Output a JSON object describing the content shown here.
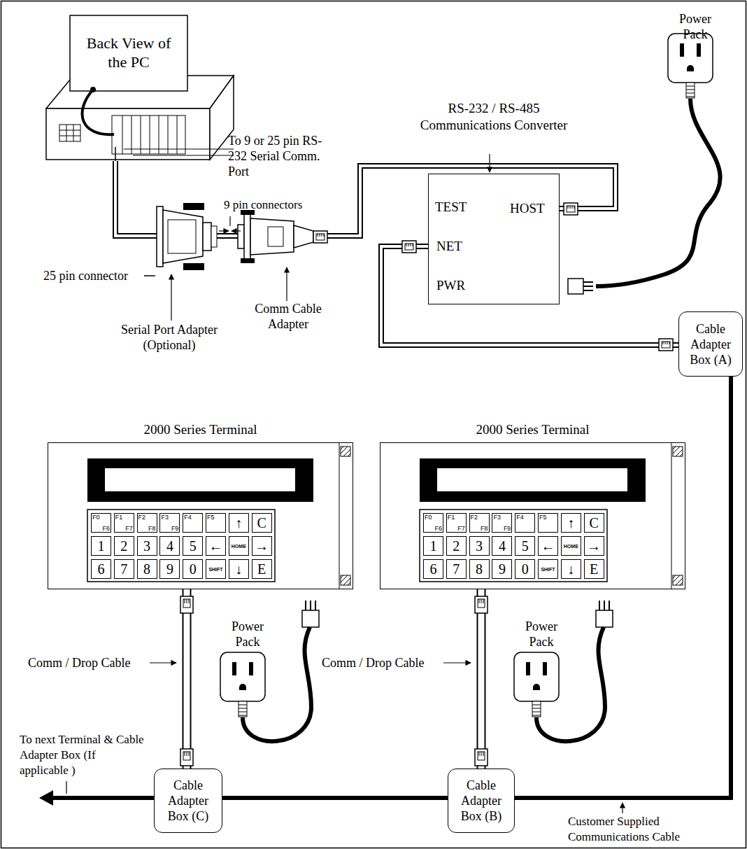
{
  "diagram": {
    "nodes": [
      {
        "text": [
          "Back View of the PC"
        ]
      },
      {
        "text": [
          "RS-232 / RS-485 Communications Converter",
          "TEST",
          "HOST",
          "NET",
          "PWR"
        ]
      },
      {
        "text": [
          "Cable Adapter Box (A)"
        ]
      },
      {
        "text": [
          "2000 Series Terminal"
        ]
      },
      {
        "text": [
          "F0",
          "F6"
        ],
        "in": 3
      },
      {
        "text": [
          "F1",
          "F7"
        ],
        "in": 3
      },
      {
        "text": [
          "F2",
          "F8"
        ],
        "in": 3
      },
      {
        "text": [
          "F3",
          "F9"
        ],
        "in": 3
      },
      {
        "text": [
          "F4"
        ],
        "in": 3
      },
      {
        "text": [
          "F5"
        ],
        "in": 3
      },
      {
        "text": [
          "↑"
        ],
        "in": 3
      },
      {
        "text": [
          "C"
        ],
        "in": 3
      },
      {
        "text": [
          "1"
        ],
        "in": 3
      },
      {
        "text": [
          "2"
        ],
        "in": 3
      },
      {
        "text": [
          "3"
        ],
        "in": 3
      },
      {
        "text": [
          "4"
        ],
        "in": 3
      },
      {
        "text": [
          "5"
        ],
        "in": 3
      },
      {
        "text": [
          "←"
        ],
        "in": 3
      },
      {
        "text": [
          "HOME"
        ],
        "in": 3
      },
      {
        "text": [
          "→"
        ],
        "in": 3
      },
      {
        "text": [
          "6"
        ],
        "in": 3
      },
      {
        "text": [
          "7"
        ],
        "in": 3
      },
      {
        "text": [
          "8"
        ],
        "in": 3
      },
      {
        "text": [
          "9"
        ],
        "in": 3
      },
      {
        "text": [
          "0"
        ],
        "in": 3
      },
      {
        "text": [
          "SHIFT"
        ],
        "in": 3
      },
      {
        "text": [
          "↓"
        ],
        "in": 3
      },
      {
        "text": [
          "E"
        ],
        "in": 3
      },
      {
        "text": [
          "2000 Series Terminal"
        ]
      },
      {
        "text": [
          "F0",
          "F6"
        ],
        "in": 28
      },
      {
        "text": [
          "F1",
          "F7"
        ],
        "in": 28
      },
      {
        "text": [
          "F2",
          "F8"
        ],
        "in": 28
      },
      {
        "text": [
          "F3",
          "F9"
        ],
        "in": 28
      },
      {
        "text": [
          "F4"
        ],
        "in": 28
      },
      {
        "text": [
          "F5"
        ],
        "in": 28
      },
      {
        "text": [
          "↑"
        ],
        "in": 28
      },
      {
        "text": [
          "C"
        ],
        "in": 28
      },
      {
        "text": [
          "1"
        ],
        "in": 28
      },
      {
        "text": [
          "2"
        ],
        "in": 28
      },
      {
        "text": [
          "3"
        ],
        "in": 28
      },
      {
        "text": [
          "4"
        ],
        "in": 28
      },
      {
        "text": [
          "5"
        ],
        "in": 28
      },
      {
        "text": [
          "←"
        ],
        "in": 28
      },
      {
        "text": [
          "HOME"
        ],
        "in": 28
      },
      {
        "text": [
          "→"
        ],
        "in": 28
      },
      {
        "text": [
          "6"
        ],
        "in": 28
      },
      {
        "text": [
          "7"
        ],
        "in": 28
      },
      {
        "text": [
          "8"
        ],
        "in": 28
      },
      {
        "text": [
          "9"
        ],
        "in": 28
      },
      {
        "text": [
          "0"
        ],
        "in": 28
      },
      {
        "text": [
          "SHIFT"
        ],
        "in": 28
      },
      {
        "text": [
          "↓"
        ],
        "in": 28
      },
      {
        "text": [
          "E"
        ],
        "in": 28
      },
      {
        "text": [
          "Cable Adapter Box (C)"
        ]
      },
      {
        "text": [
          "Cable Adapter Box (B)"
        ]
      }
    ],
    "edges": [
      {
        "from": 0,
        "to": 1,
        "arrow": "none"
      },
      {
        "from": 1,
        "to": 2,
        "arrow": "none"
      },
      {
        "from": 2,
        "to": 54,
        "arrow": "none"
      },
      {
        "from": 54,
        "to": 53,
        "arrow": "none"
      },
      {
        "from": 3,
        "to": 53,
        "arrow": "none"
      },
      {
        "from": 28,
        "to": 54,
        "arrow": "none"
      }
    ],
    "labels": [
      "Power Pack",
      "To 9 or 25 pin RS-232 Serial Comm. Port",
      "9 pin connectors",
      "25 pin connector",
      "Serial Port Adapter (Optional)",
      "Comm Cable Adapter",
      "Power Pack",
      "Comm / Drop Cable",
      "Power Pack",
      "Comm / Drop Cable",
      "To next Terminal & Cable Adapter Box (If applicable )",
      "Customer Supplied Communications Cable"
    ]
  }
}
